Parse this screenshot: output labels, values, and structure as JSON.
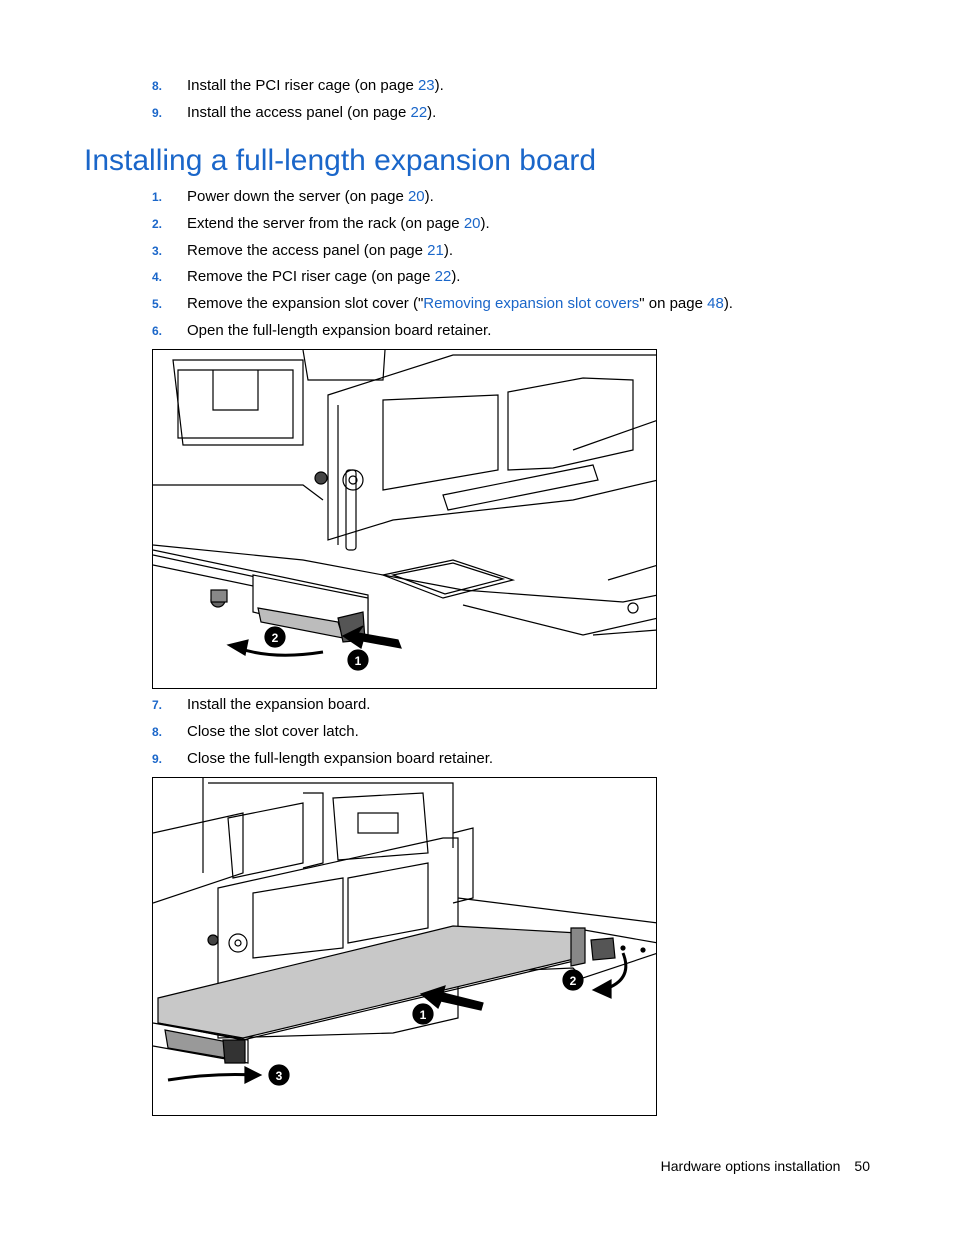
{
  "prev_steps": [
    {
      "num": "8.",
      "before": "Install the PCI riser cage (on page ",
      "link": "23",
      "after": ")."
    },
    {
      "num": "9.",
      "before": "Install the access panel (on page ",
      "link": "22",
      "after": ")."
    }
  ],
  "section_title": "Installing a full-length expansion board",
  "steps_a": [
    {
      "num": "1.",
      "before": "Power down the server (on page ",
      "link": "20",
      "after": ")."
    },
    {
      "num": "2.",
      "before": "Extend the server from the rack (on page ",
      "link": "20",
      "after": ")."
    },
    {
      "num": "3.",
      "before": "Remove the access panel (on page ",
      "link": "21",
      "after": ")."
    },
    {
      "num": "4.",
      "before": "Remove the PCI riser cage (on page ",
      "link": "22",
      "after": ")."
    },
    {
      "num": "5.",
      "before": "Remove the expansion slot cover (\"",
      "link": "Removing expansion slot covers",
      "mid": "\" on page ",
      "link2": "48",
      "after": ")."
    },
    {
      "num": "6.",
      "text": "Open the full-length expansion board retainer."
    }
  ],
  "steps_b": [
    {
      "num": "7.",
      "text": "Install the expansion board."
    },
    {
      "num": "8.",
      "text": "Close the slot cover latch."
    },
    {
      "num": "9.",
      "text": "Close the full-length expansion board retainer."
    }
  ],
  "figure1": {
    "callouts": [
      "1",
      "2"
    ]
  },
  "figure2": {
    "callouts": [
      "1",
      "2",
      "3"
    ]
  },
  "footer": {
    "section": "Hardware options installation",
    "page": "50"
  },
  "colors": {
    "accent": "#1a66c9"
  }
}
